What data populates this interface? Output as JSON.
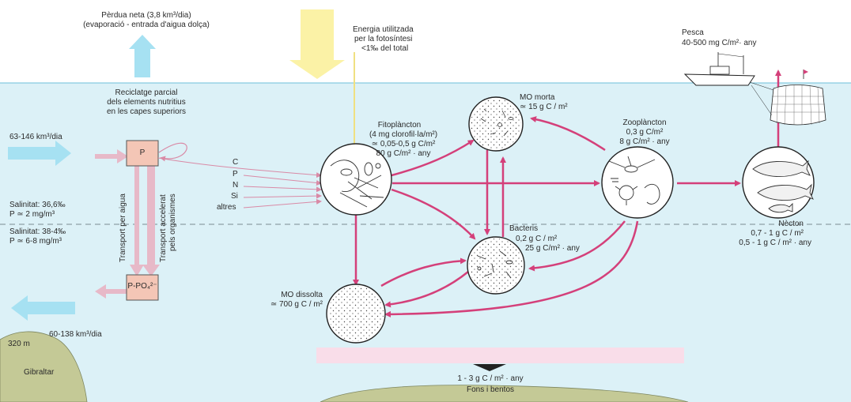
{
  "colors": {
    "water": "#dcf1f7",
    "water_light": "#eef8fb",
    "flow_arrow": "#d4407a",
    "pale_arrow": "#e7b9c8",
    "cyan_arrow": "#a6e1f2",
    "yellow_arrow": "#fbf2a6",
    "land": "#c4c996",
    "box_fill": "#f4c6b6",
    "sediment_band": "#f9dde9"
  },
  "labels": {
    "net_loss": "Pèrdua neta (3,8 km³/dia)",
    "net_loss_sub": "(evaporació - entrada d'aigua dolça)",
    "energy_1": "Energia utilitzada",
    "energy_2": "per la fotosíntesi",
    "energy_3": "<1‰  del total",
    "fishing_1": "Pesca",
    "fishing_2": "40-500 mg C/m²· any",
    "recycling_1": "Reciclatge parcial",
    "recycling_2": "dels elements nutritius",
    "recycling_3": "en les capes superiors",
    "inflow_top": "63-146 km³/dia",
    "salinity_top_1": "Salinitat: 36,6‰",
    "salinity_top_2": "P ≃ 2 mg/m³",
    "salinity_bottom_1": "Salinitat: 38-4‰",
    "salinity_bottom_2": "P ≃ 6-8 mg/m³",
    "outflow_bottom": "60-138 km³/dia",
    "depth": "320 m",
    "gibraltar": "Gibraltar",
    "transport_water": "Transport per aigua",
    "transport_org_1": "Transport accelerat",
    "transport_org_2": "pels organismes",
    "box_p": "P",
    "box_po4": "P-PO₄²⁻",
    "nut_c": "C",
    "nut_p": "P",
    "nut_n": "N",
    "nut_si": "Si",
    "nut_other": "altres",
    "phyto_1": "Fitoplàncton",
    "phyto_2": "(4 mg clorofil·la/m²)",
    "phyto_3": "≃ 0,05-0,5 g C/m²",
    "phyto_4": "80 g C/m² · any",
    "dead_om_1": "MO morta",
    "dead_om_2": "≃ 15 g C / m²",
    "zoo_1": "Zooplàncton",
    "zoo_2": "0,3 g C/m²",
    "zoo_3": "8 g C/m² · any",
    "nekton_1": "Nècton",
    "nekton_2": "0,7 - 1 g C / m²",
    "nekton_3": "0,5 - 1 g C / m² · any",
    "bacteria_1": "Bacteris",
    "bacteria_2": "0,2 g C / m²",
    "bacteria_3": "25 g C/m² · any",
    "dissolved_1": "MO dissolta",
    "dissolved_2": "≃ 700 g C / m²",
    "sediment_1": "1 - 3 g C / m² · any",
    "sediment_2": "Fons i bentos"
  }
}
